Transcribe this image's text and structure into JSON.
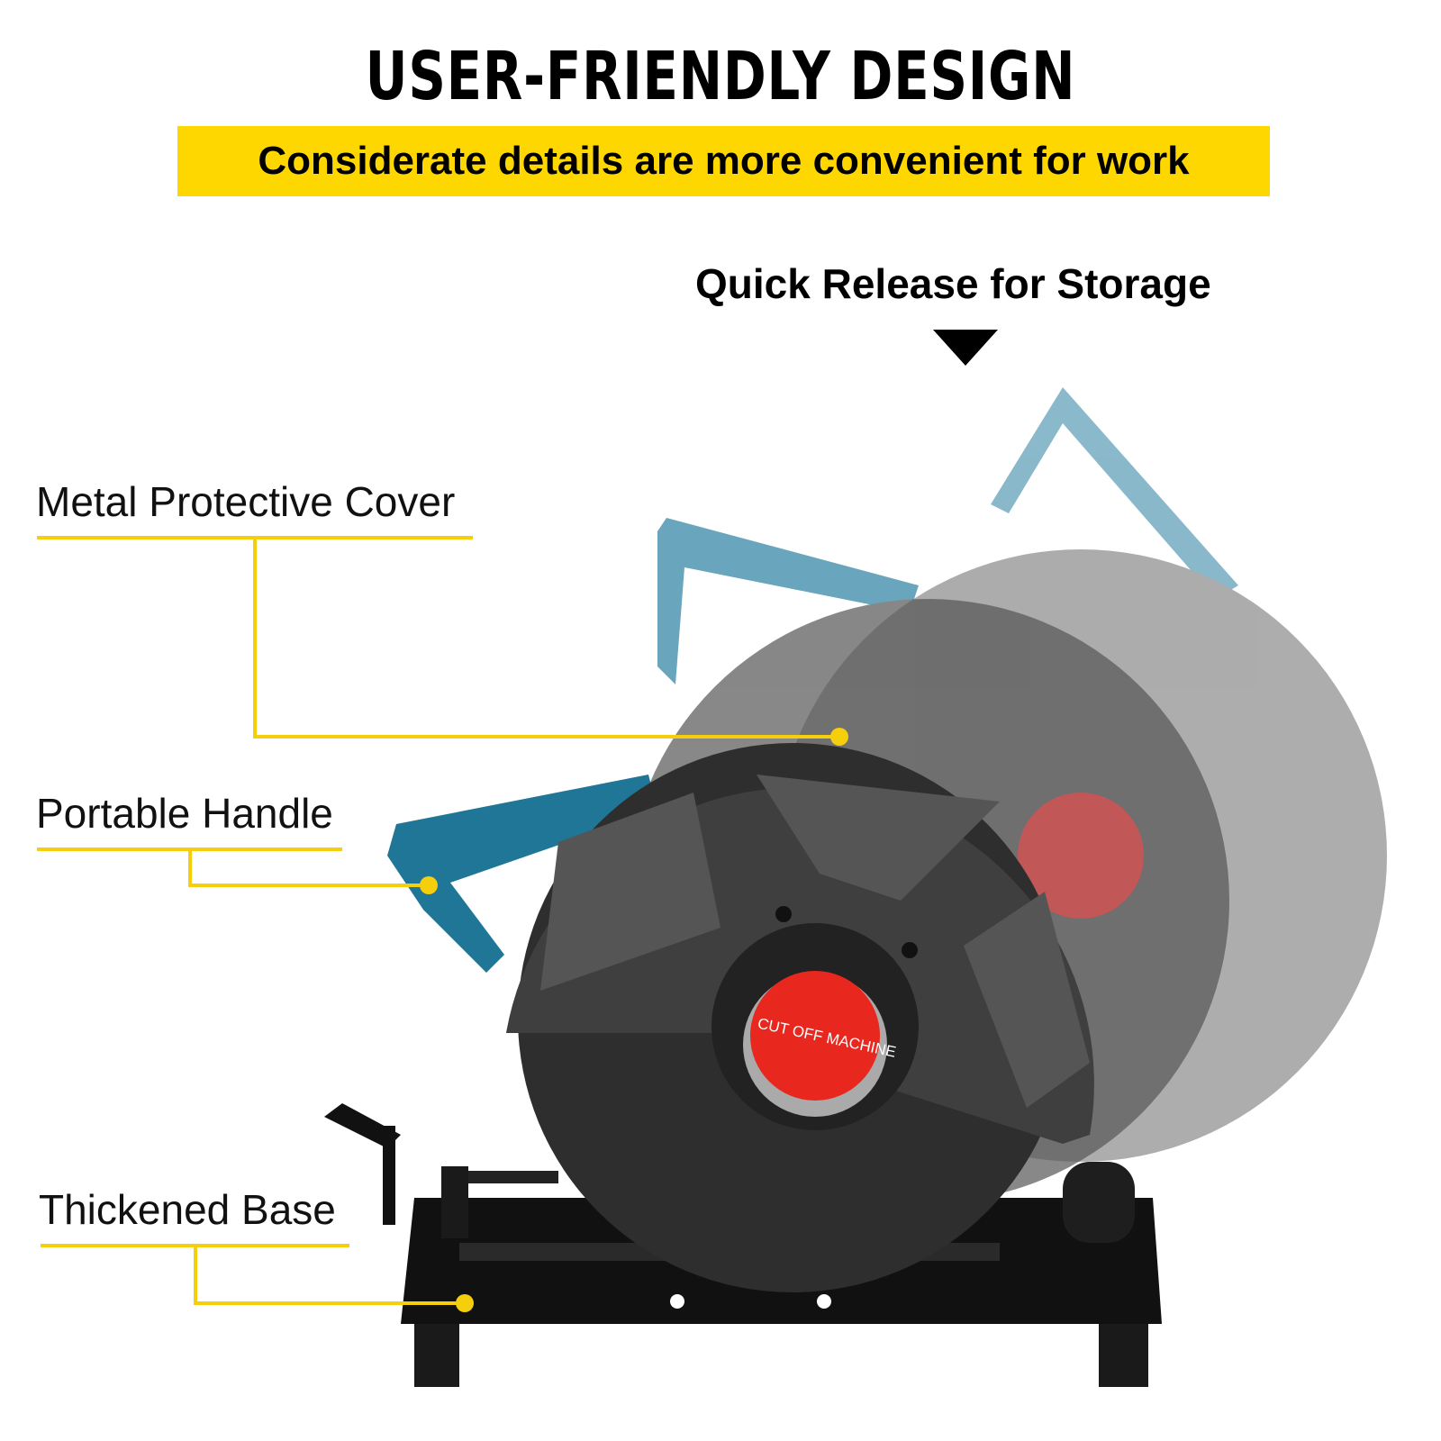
{
  "header": {
    "title": "USER-FRIENDLY DESIGN",
    "subtitle": "Considerate details are more convenient for work"
  },
  "callouts": {
    "quick_release": "Quick Release for Storage",
    "cover": "Metal Protective Cover",
    "handle": "Portable Handle",
    "base": "Thickened Base"
  },
  "product": {
    "hub_text": "CUT OFF MACHINE"
  },
  "colors": {
    "accent_yellow": "#FFD700",
    "handle_blue": "#2a7fa0",
    "hub_red": "#e8281e",
    "body_dark": "#3a3a3a"
  }
}
